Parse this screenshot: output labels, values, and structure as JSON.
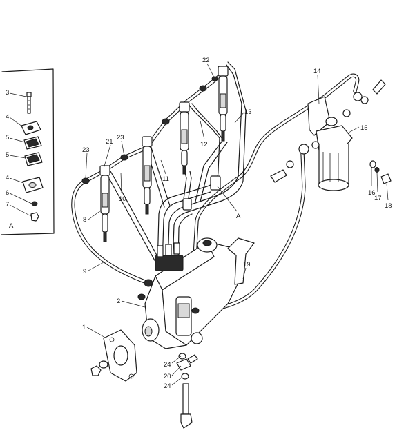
{
  "callouts": {
    "c1": "1",
    "c2": "2",
    "c3": "3",
    "c4a": "4",
    "c4b": "4",
    "c5a": "5",
    "c5b": "5",
    "c6": "6",
    "c7": "7",
    "cAinset": "A",
    "c8": "8",
    "c9": "9",
    "c10": "10",
    "c11": "11",
    "c12": "12",
    "c13": "13",
    "c14": "14",
    "c15": "15",
    "c16": "16",
    "c17": "17",
    "c18": "18",
    "c19": "19",
    "c20": "20",
    "c21": "21",
    "c22": "22",
    "c23a": "23",
    "c23b": "23",
    "c24a": "24",
    "c24b": "24",
    "cA": "A"
  }
}
